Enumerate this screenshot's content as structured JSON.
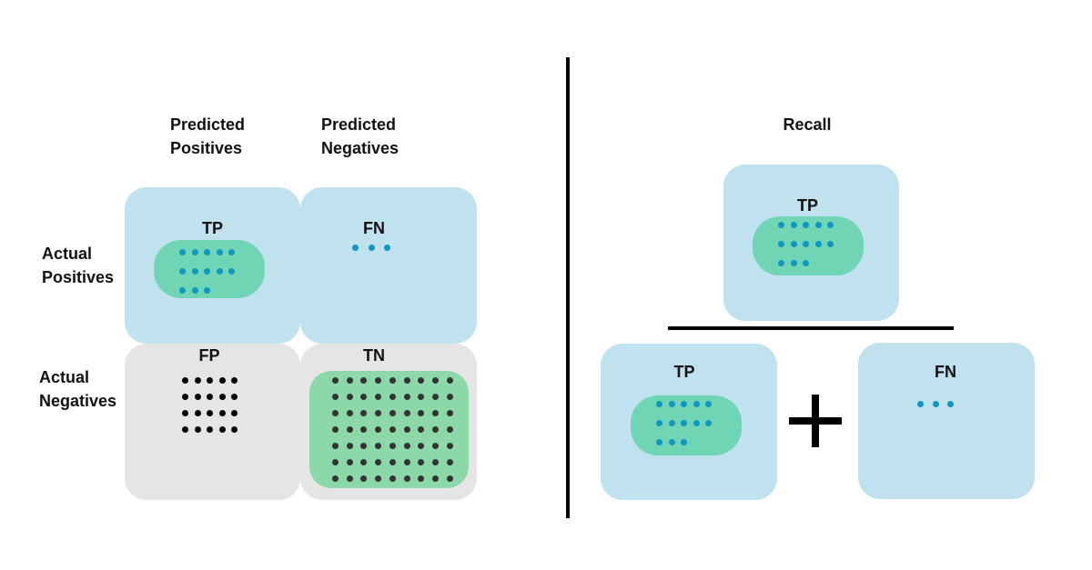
{
  "confusion_matrix": {
    "col_headers": [
      "Predicted\nPositives",
      "Predicted\nNegatives"
    ],
    "row_headers": [
      "Actual\nPositives",
      "Actual\nNegatives"
    ],
    "cells": {
      "tp": {
        "label": "TP",
        "count": 13
      },
      "fn": {
        "label": "FN",
        "count": 3
      },
      "fp": {
        "label": "FP",
        "count": 20
      },
      "tn": {
        "label": "TN",
        "count": 63
      }
    }
  },
  "recall": {
    "title": "Recall",
    "numerator": {
      "label": "TP",
      "count": 13
    },
    "denominator": [
      {
        "label": "TP",
        "count": 13
      },
      {
        "label": "FN",
        "count": 3
      }
    ],
    "operator": "+"
  },
  "colors": {
    "blue_cell": "#bfe2ee",
    "gray_cell": "#e5e5e5",
    "green_pill": "#6fd5b4",
    "tn_pill": "#8cd8a9",
    "blue_dot": "#0e97c1",
    "black_dot": "#000000",
    "dark_dot": "#333333"
  }
}
